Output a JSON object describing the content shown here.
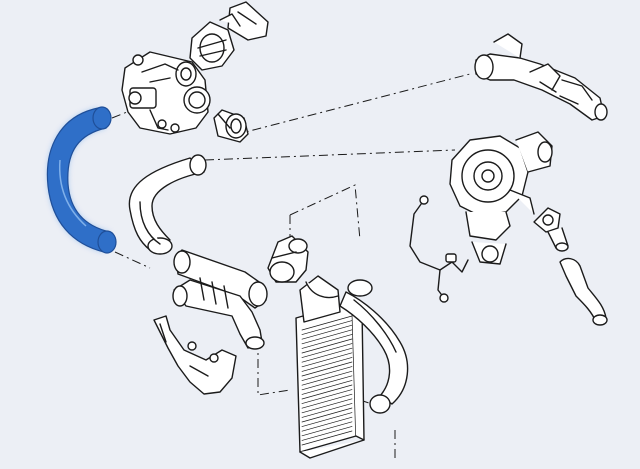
{
  "diagram": {
    "background": "#eceff5",
    "line_color": "#1b1b1b",
    "part_fill": "#ffffff",
    "highlight_color": "#2f6fc8",
    "highlight_glow": "#9cc0ee",
    "highlighted_part": "intercooler-inlet-hose",
    "parts": [
      "throttle-body",
      "intake-connector",
      "maf-sensor-coupling",
      "intercooler-inlet-hose",
      "turbo-outlet-hose",
      "charge-air-pipe",
      "mounting-bracket",
      "intercooler",
      "intercooler-outlet-elbow",
      "intercooler-return-hose",
      "air-intake-duct",
      "turbocharger",
      "oil-feed-line",
      "oil-return-flange",
      "coolant-hose"
    ]
  }
}
